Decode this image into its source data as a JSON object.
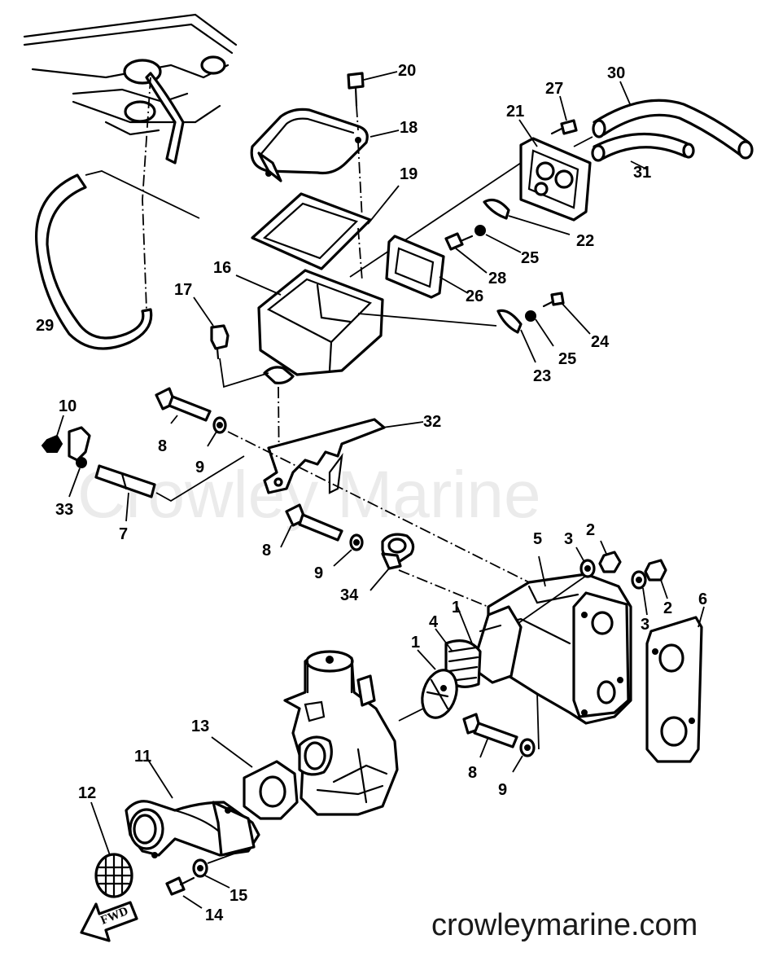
{
  "watermark": "Crowley Marine",
  "site_url": "crowleymarine.com",
  "direction_label": "FWD",
  "callouts": [
    "1",
    "1",
    "2",
    "2",
    "3",
    "3",
    "4",
    "5",
    "6",
    "7",
    "8",
    "8",
    "8",
    "9",
    "9",
    "9",
    "10",
    "11",
    "12",
    "13",
    "14",
    "15",
    "16",
    "17",
    "18",
    "19",
    "20",
    "21",
    "22",
    "23",
    "24",
    "25",
    "25",
    "26",
    "27",
    "28",
    "29",
    "30",
    "31",
    "32",
    "33",
    "34"
  ]
}
